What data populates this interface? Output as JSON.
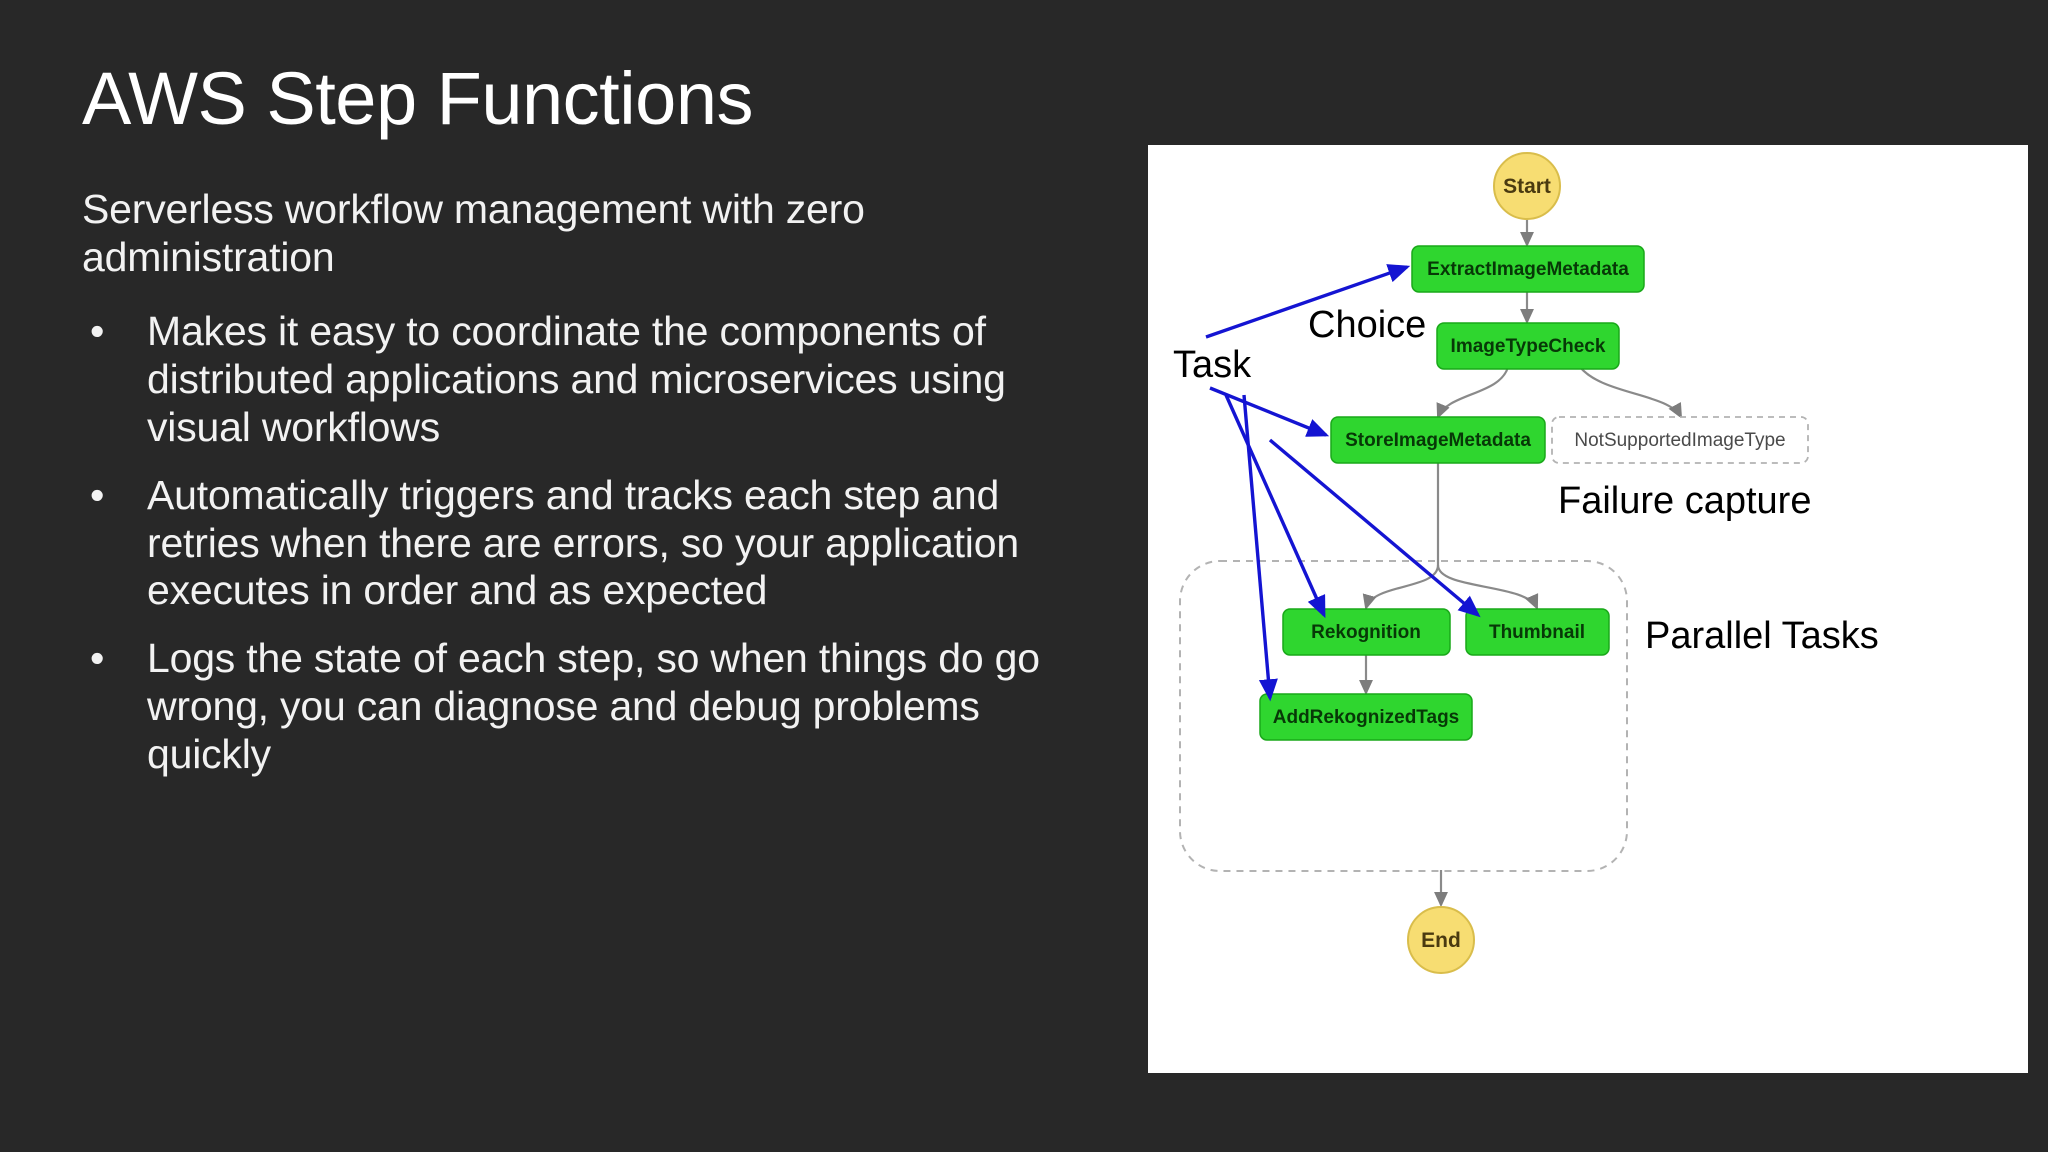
{
  "slide": {
    "title": "AWS Step Functions",
    "intro": "Serverless workflow management with zero administration",
    "bullets": [
      "Makes it easy to coordinate the components of distributed applications and microservices using visual workflows",
      "Automatically triggers and tracks each step and retries when there are errors, so your application executes in order and as expected",
      "Logs the state of each step, so when things do go wrong, you can diagnose and debug problems quickly"
    ],
    "bullet_marker": "•"
  },
  "colors": {
    "background": "#282828",
    "text": "#f2f2f2",
    "panel": "#ffffff",
    "task_node": "#2fd62f",
    "task_node_border": "#19a819",
    "terminal_node": "#f7dd72",
    "terminal_node_border": "#d9bd4b",
    "edge": "#8a8a8a",
    "annotation_arrow": "#1414d2",
    "dashed_border": "#b3b3b3"
  },
  "diagram": {
    "type": "state-machine-workflow",
    "title": "AWS Step Functions image-processing state machine",
    "nodes": [
      {
        "id": "start",
        "label": "Start",
        "shape": "circle",
        "kind": "terminal"
      },
      {
        "id": "extract",
        "label": "ExtractImageMetadata",
        "shape": "rounded-rect",
        "kind": "task"
      },
      {
        "id": "typecheck",
        "label": "ImageTypeCheck",
        "shape": "rounded-rect",
        "kind": "choice"
      },
      {
        "id": "store",
        "label": "StoreImageMetadata",
        "shape": "rounded-rect",
        "kind": "task"
      },
      {
        "id": "notsupported",
        "label": "NotSupportedImageType",
        "shape": "dashed-rect",
        "kind": "fail"
      },
      {
        "id": "rekognition",
        "label": "Rekognition",
        "shape": "rounded-rect",
        "kind": "task"
      },
      {
        "id": "thumbnail",
        "label": "Thumbnail",
        "shape": "rounded-rect",
        "kind": "task"
      },
      {
        "id": "addtags",
        "label": "AddRekognizedTags",
        "shape": "rounded-rect",
        "kind": "task"
      },
      {
        "id": "end",
        "label": "End",
        "shape": "circle",
        "kind": "terminal"
      }
    ],
    "edges": [
      {
        "from": "start",
        "to": "extract"
      },
      {
        "from": "extract",
        "to": "typecheck"
      },
      {
        "from": "typecheck",
        "to": "store"
      },
      {
        "from": "typecheck",
        "to": "notsupported"
      },
      {
        "from": "store",
        "to": "parallel-block"
      },
      {
        "from": "parallel-block",
        "to": "rekognition"
      },
      {
        "from": "parallel-block",
        "to": "thumbnail"
      },
      {
        "from": "rekognition",
        "to": "addtags"
      },
      {
        "from": "parallel-block",
        "to": "end"
      }
    ],
    "groups": [
      {
        "id": "parallel-block",
        "label": "Parallel Tasks",
        "style": "dashed-rounded",
        "members": [
          "rekognition",
          "thumbnail",
          "addtags"
        ]
      }
    ],
    "annotations": [
      {
        "id": "task-annotation",
        "label": "Task",
        "points_to": [
          "extract",
          "store",
          "rekognition",
          "thumbnail",
          "addtags"
        ]
      },
      {
        "id": "choice-annotation",
        "label": "Choice",
        "points_to": [
          "typecheck"
        ]
      },
      {
        "id": "failure-annotation",
        "label": "Failure capture",
        "points_to": [
          "notsupported"
        ]
      },
      {
        "id": "parallel-annotation",
        "label": "Parallel Tasks",
        "points_to": [
          "parallel-block"
        ]
      }
    ]
  }
}
